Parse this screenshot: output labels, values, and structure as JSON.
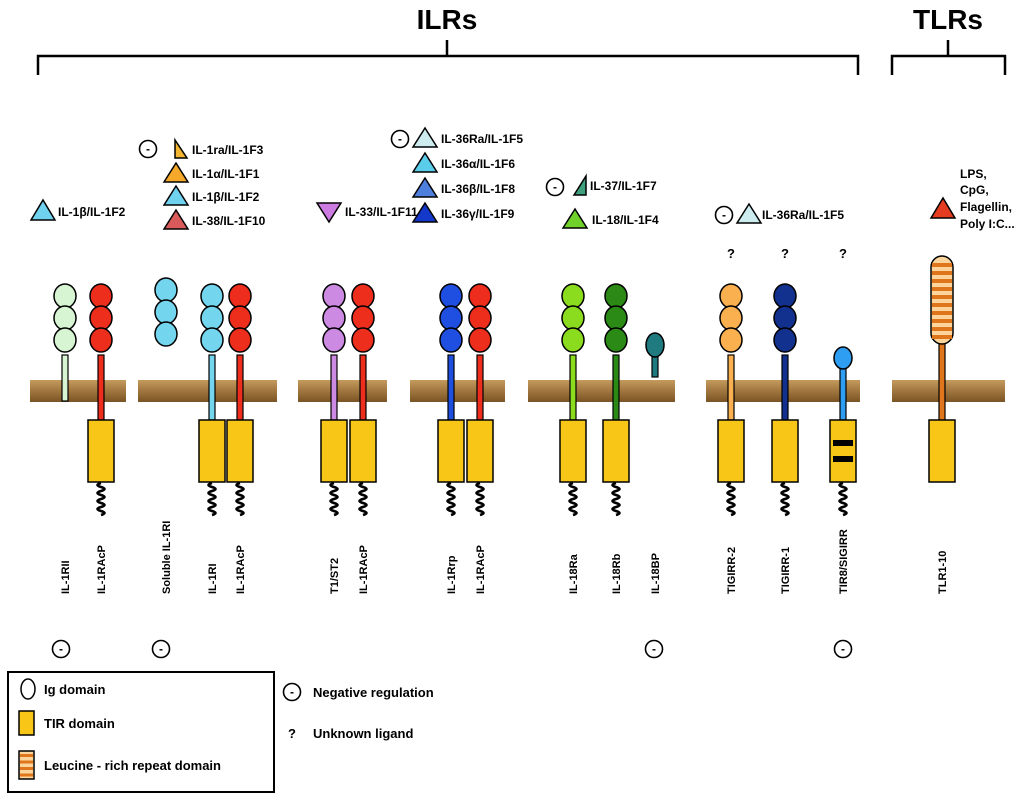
{
  "headers": {
    "ilrs": "ILRs",
    "tlrs": "TLRs"
  },
  "symbols": {
    "negative": "-",
    "unknown": "?"
  },
  "colors": {
    "membrane": "#a0763f",
    "tir": "#f7c617",
    "lrr_light": "#fbd59c",
    "lrr_dark": "#e0761b",
    "il1acp": "#ee2e1d",
    "il1rii": "#d7f4d3",
    "il1ri": "#73d5ee",
    "st2": "#cc8ae2",
    "il1rrp": "#1f4fe0",
    "il18ra": "#8bdc1f",
    "il18rb": "#2b8a16",
    "il18bp": "#1f7b80",
    "tigirr2": "#fab04f",
    "tigirr1": "#12318f",
    "sigirr": "#2d9ef2"
  },
  "ligand_groups": [
    {
      "items": [
        {
          "text": "IL-1β/IL-1F2",
          "color": "#6fd2ef",
          "shape": "up"
        }
      ]
    },
    {
      "negative": true,
      "items": [
        {
          "text": "IL-1ra/IL-1F3",
          "color": "#f4b531",
          "shape": "half"
        },
        {
          "text": "IL-1α/IL-1F1",
          "color": "#f4a92a",
          "shape": "up"
        },
        {
          "text": "IL-1β/IL-1F2",
          "color": "#6fd2ef",
          "shape": "up"
        },
        {
          "text": "IL-38/IL-1F10",
          "color": "#d95a5a",
          "shape": "up"
        }
      ]
    },
    {
      "items": [
        {
          "text": "IL-33/IL-1F11",
          "color": "#cc7ce0",
          "shape": "down"
        }
      ]
    },
    {
      "negative": true,
      "items": [
        {
          "text": "IL-36Ra/IL-1F5",
          "color": "#ccecef",
          "shape": "up"
        },
        {
          "text": "IL-36α/IL-1F6",
          "color": "#59cde9",
          "shape": "up"
        },
        {
          "text": "IL-36β/IL-1F8",
          "color": "#4f7fdc",
          "shape": "up"
        },
        {
          "text": "IL-36γ/IL-1F9",
          "color": "#1438c9",
          "shape": "up"
        }
      ]
    },
    {
      "negative": true,
      "items": [
        {
          "text": "IL-37/IL-1F7",
          "color": "#3fa07d",
          "shape": "half"
        },
        {
          "text": "IL-18/IL-1F4",
          "color": "#6fd12a",
          "shape": "up"
        }
      ]
    },
    {
      "negative": true,
      "items": [
        {
          "text": "IL-36Ra/IL-1F5",
          "color": "#ccecef",
          "shape": "up"
        }
      ]
    },
    {
      "items": [
        {
          "text": "LPS,",
          "color": "#e53b20",
          "shape": "up"
        },
        {
          "text": "CpG,"
        },
        {
          "text": "Flagellin,"
        },
        {
          "text": "Poly I:C..."
        }
      ]
    }
  ],
  "receptors": [
    {
      "label": "IL-1RII"
    },
    {
      "label": "IL-1RAcP"
    },
    {
      "label": "Soluble IL-1RI",
      "negative": true
    },
    {
      "label": "IL-1RI"
    },
    {
      "label": "IL-1RAcP"
    },
    {
      "label": "T1/ST2"
    },
    {
      "label": "IL-1RAcP"
    },
    {
      "label": "IL-1Rrp"
    },
    {
      "label": "IL-1RAcP"
    },
    {
      "label": "IL-18Ra"
    },
    {
      "label": "IL-18Rb"
    },
    {
      "label": "IL-18BP",
      "negative": true
    },
    {
      "label": "TIGIRR-2",
      "unknown": true
    },
    {
      "label": "TIGIRR-1",
      "unknown": true
    },
    {
      "label": "TIR8/SIGIRR",
      "unknown": true,
      "negative": true
    },
    {
      "label": "TLR1-10"
    }
  ],
  "legend": {
    "ig": "Ig domain",
    "tir": "TIR domain",
    "lrr": "Leucine - rich repeat domain",
    "negative": "Negative regulation",
    "unknown": "Unknown ligand"
  }
}
